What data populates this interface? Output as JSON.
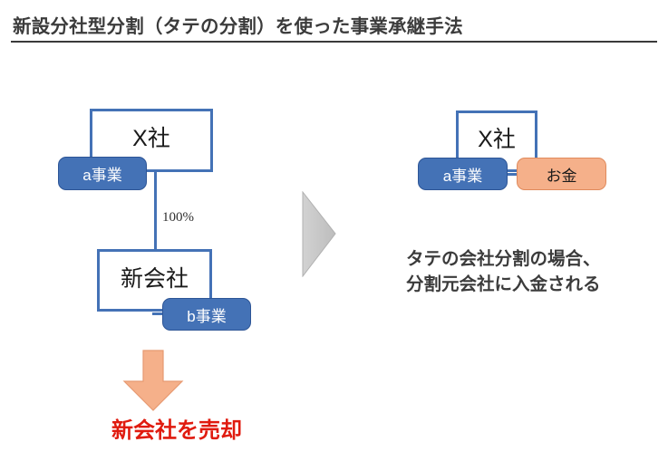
{
  "slide": {
    "title": "新設分社型分割（タテの分割）を使った事業承継手法",
    "background_color": "#ffffff"
  },
  "colors": {
    "box_border_blue": "#4472b6",
    "badge_blue_fill": "#4472b6",
    "badge_orange_fill": "#f5b08a",
    "badge_orange_border": "#e08a5c",
    "title_text": "#3b3b3b",
    "red_caption": "#e01b0f",
    "gray_arrow": "#c8c8c8"
  },
  "left_diagram": {
    "parent_company": "X社",
    "parent_badge": "a事業",
    "ownership_label": "100%",
    "child_company": "新会社",
    "child_badge": "b事業",
    "caption": "新会社を売却",
    "down_arrow_icon": "down-arrow-icon"
  },
  "transition": {
    "icon": "right-chevron-arrow-icon"
  },
  "right_diagram": {
    "parent_company": "X社",
    "business_badge": "a事業",
    "money_badge": "お金",
    "note_line1": "タテの会社分割の場合、",
    "note_line2": "分割元会社に入金される"
  }
}
